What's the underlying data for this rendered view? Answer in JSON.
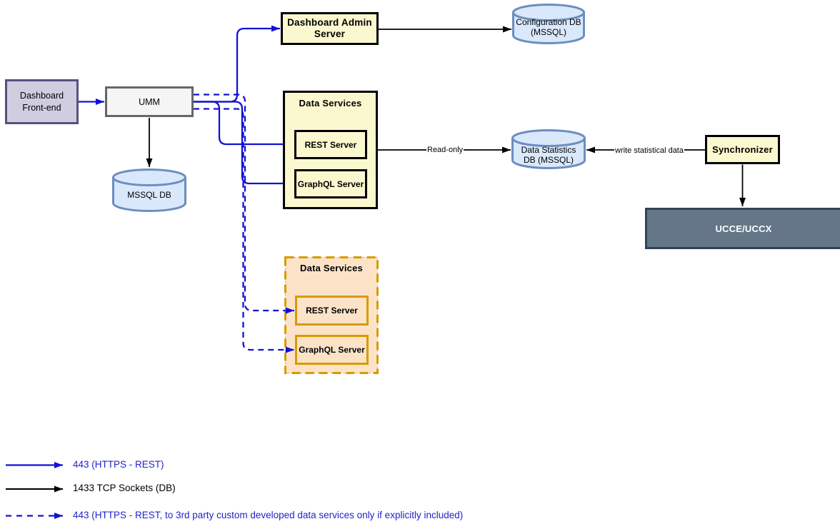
{
  "diagram_type": "architecture-diagram",
  "nodes": {
    "dashboard_frontend": {
      "label": "Dashboard Front-end"
    },
    "umm": {
      "label": "UMM"
    },
    "mssql_db": {
      "label": "MSSQL DB"
    },
    "dashboard_admin_server": {
      "label": "Dashboard Admin Server"
    },
    "configuration_db": {
      "label": "Configuration DB (MSSQL)"
    },
    "data_services_internal": {
      "title": "Data Services",
      "rest_server": {
        "label": "REST Server"
      },
      "graphql_server": {
        "label": "GraphQL Server"
      }
    },
    "data_services_external": {
      "title": "Data Services",
      "rest_server": {
        "label": "REST Server"
      },
      "graphql_server": {
        "label": "GraphQL Server"
      }
    },
    "data_statistics_db": {
      "label": "Data Statistics DB (MSSQL)"
    },
    "synchronizer": {
      "label": "Synchronizer"
    },
    "ucce_uccx": {
      "label": "UCCE/UCCX"
    }
  },
  "edge_labels": {
    "read_only": "Read-only",
    "write_statistical_data": "write statistical data"
  },
  "legend": {
    "items": [
      {
        "style": "blue-solid",
        "label": "443 (HTTPS - REST)"
      },
      {
        "style": "black-solid",
        "label": "1433 TCP Sockets (DB)"
      },
      {
        "style": "blue-dashed",
        "label": "443 (HTTPS - REST, to 3rd party custom developed data services only if explicitly included)"
      }
    ]
  },
  "colors": {
    "blue_connector": "#1111d6",
    "black_connector": "#000000",
    "legend_blue_text": "#2222cc",
    "yellow_node_fill": "#fbf8cf",
    "orange_container_fill": "#fce3c8",
    "orange_container_stroke": "#d79b00",
    "purple_node_fill": "#d0cde0",
    "purple_node_stroke": "#56517e",
    "gray_node_fill": "#f5f5f5",
    "gray_node_stroke": "#666666",
    "db_cylinder_fill": "#dae8fc",
    "db_cylinder_stroke": "#6c8ebf",
    "ucce_fill": "#647687",
    "ucce_stroke": "#314354"
  }
}
